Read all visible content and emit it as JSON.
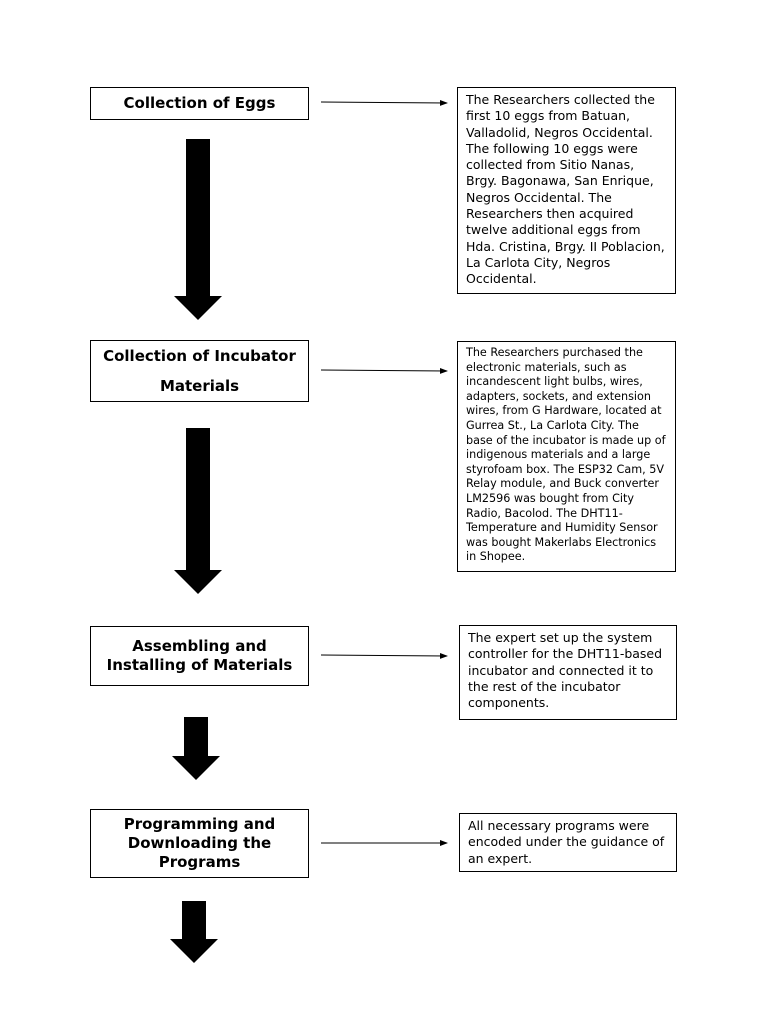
{
  "steps": [
    {
      "title": "Collection of Eggs",
      "description": "The Researchers collected the first 10 eggs from Batuan, Valladolid, Negros Occidental. The following 10 eggs were collected from Sitio Nanas, Brgy. Bagonawa, San Enrique, Negros Occidental. The Researchers then acquired twelve additional eggs from Hda. Cristina, Brgy. II Poblacion, La Carlota City, Negros Occidental."
    },
    {
      "title": "Collection of Incubator Materials",
      "description": "The Researchers purchased the electronic materials, such as incandescent light bulbs, wires, adapters, sockets, and extension wires, from G Hardware, located at Gurrea St., La Carlota City. The base of the incubator is made up of indigenous materials and a large styrofoam box. The ESP32 Cam, 5V Relay module, and Buck converter LM2596 was bought from City Radio, Bacolod. The DHT11-Temperature and Humidity Sensor was bought Makerlabs Electronics in Shopee."
    },
    {
      "title": "Assembling and Installing of Materials",
      "description": "The expert set up the system controller for the DHT11-based incubator and connected it to the rest of the incubator components."
    },
    {
      "title": "Programming and Downloading the Programs",
      "description": "All necessary programs were encoded under the guidance of an expert."
    }
  ]
}
